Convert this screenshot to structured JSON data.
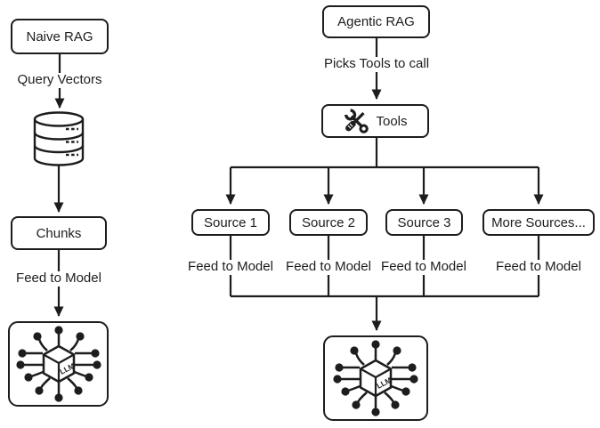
{
  "colors": {
    "ink": "#1d1d1d",
    "background": "#ffffff"
  },
  "icons": {
    "database": "database-icon",
    "tools": "wrench-screwdriver-icon",
    "llm": "llm-cube-network-icon",
    "arrow": "down-arrowhead"
  },
  "left_flow": {
    "title": "Naive RAG",
    "edge1_label": "Query Vectors",
    "node2_label": "Chunks",
    "edge2_label": "Feed to Model",
    "llm_label": "LLM"
  },
  "right_flow": {
    "title": "Agentic RAG",
    "edge1_label": "Picks Tools to call",
    "tools_label": "Tools",
    "sources": [
      {
        "label": "Source 1",
        "edge_label": "Feed to Model"
      },
      {
        "label": "Source 2",
        "edge_label": "Feed to Model"
      },
      {
        "label": "Source 3",
        "edge_label": "Feed to Model"
      },
      {
        "label": "More Sources...",
        "edge_label": "Feed to Model"
      }
    ],
    "llm_label": "LLM"
  }
}
